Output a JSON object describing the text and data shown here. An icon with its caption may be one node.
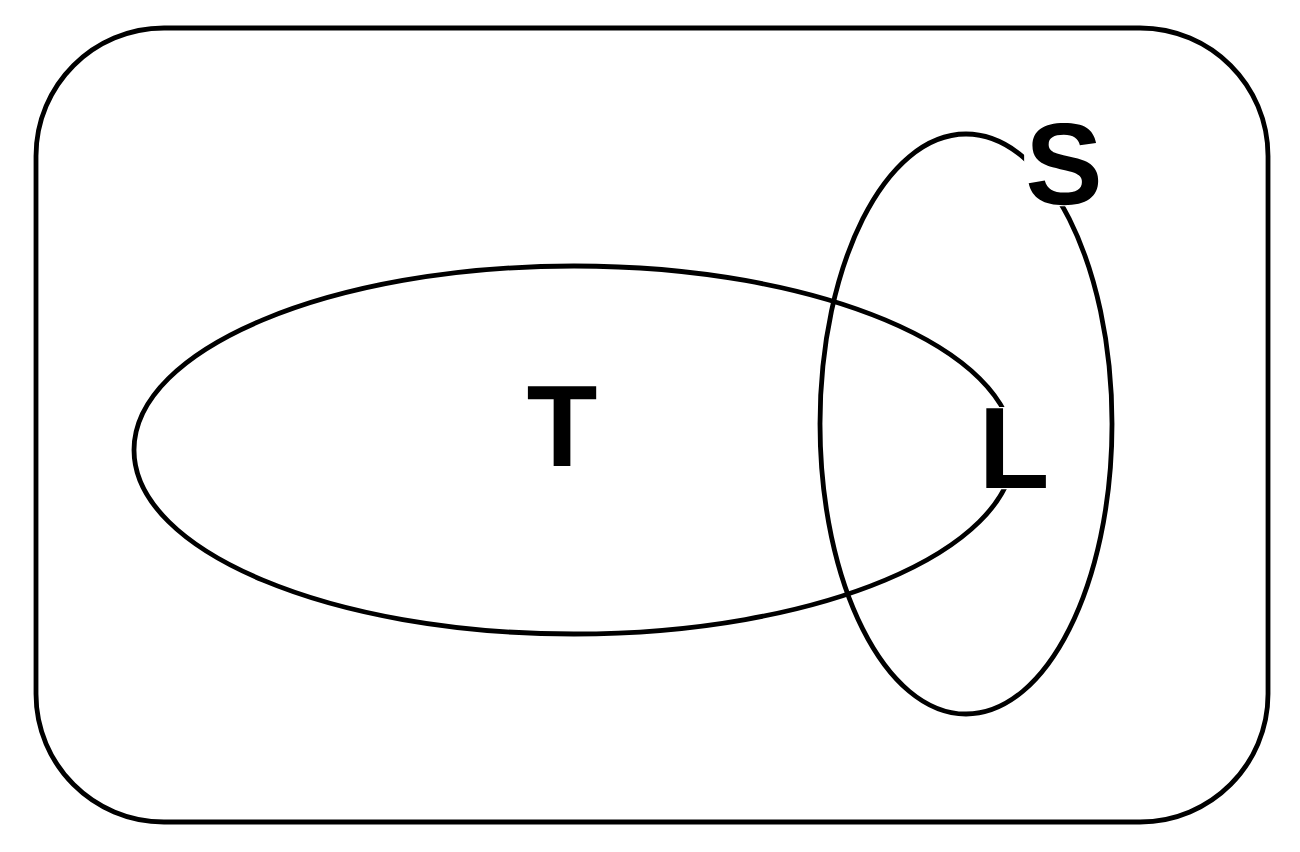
{
  "diagram": {
    "nodes": [
      {
        "text": [],
        "shape": "box"
      },
      {
        "text": [
          "T"
        ],
        "in": 0
      },
      {
        "text": [
          "S"
        ],
        "in": 0
      }
    ],
    "labels": [
      "L"
    ]
  }
}
